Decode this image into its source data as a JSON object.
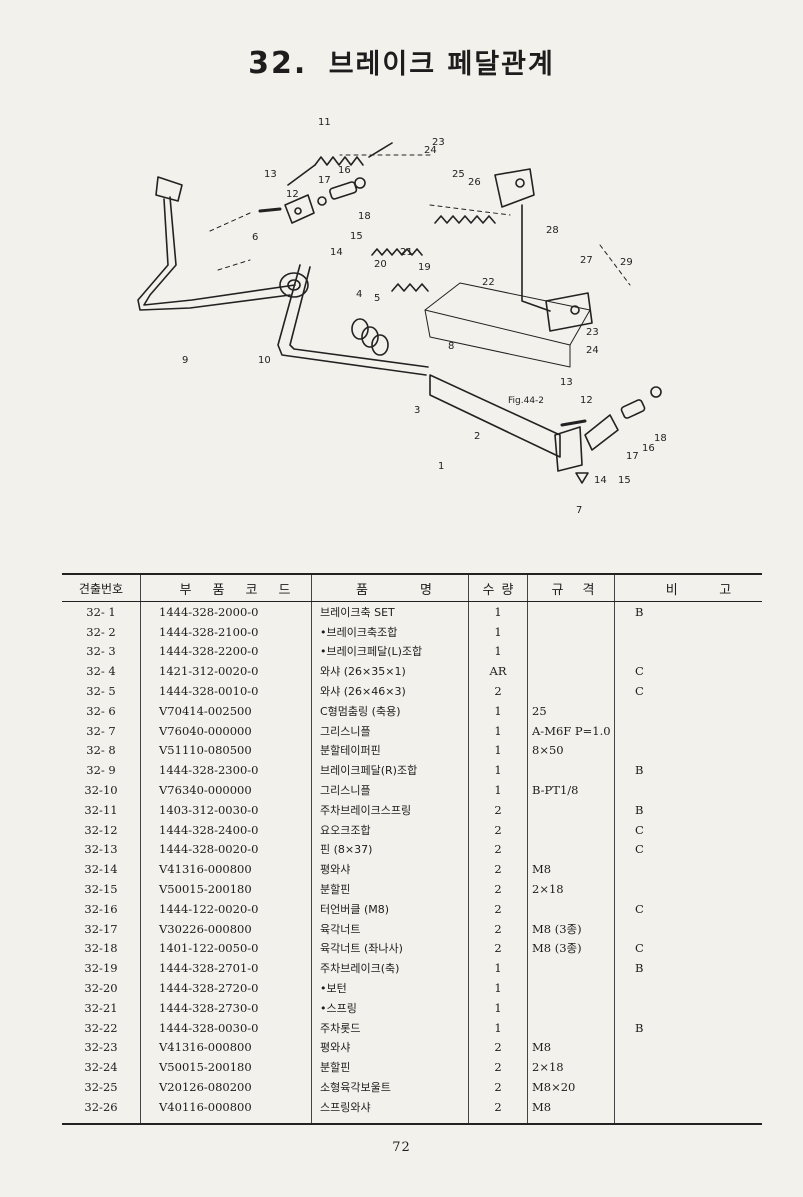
{
  "title": {
    "number": "32.",
    "text": "브레이크 페달관계"
  },
  "diagram": {
    "callouts": [
      "1",
      "2",
      "3",
      "4",
      "5",
      "6",
      "7",
      "8",
      "9",
      "10",
      "11",
      "12",
      "13",
      "14",
      "15",
      "16",
      "17",
      "18",
      "19",
      "20",
      "21",
      "22",
      "23",
      "24",
      "25",
      "26",
      "27",
      "28",
      "29"
    ],
    "figure_ref": "Fig.44-2"
  },
  "table": {
    "headers": {
      "no": "견출번호",
      "code": [
        "부",
        "품",
        "코",
        "드"
      ],
      "name": [
        "품",
        "명"
      ],
      "qty": [
        "수",
        "량"
      ],
      "spec": [
        "규",
        "격"
      ],
      "remarks": [
        "비",
        "고"
      ]
    },
    "rows": [
      {
        "no": "32- 1",
        "code": "1444-328-2000-0",
        "name": "브레이크축 SET",
        "qty": "1",
        "spec": "",
        "remark": "B"
      },
      {
        "no": "32- 2",
        "code": "1444-328-2100-0",
        "name": "•브레이크축조합",
        "qty": "1",
        "spec": "",
        "remark": ""
      },
      {
        "no": "32- 3",
        "code": "1444-328-2200-0",
        "name": "•브레이크페달(L)조합",
        "qty": "1",
        "spec": "",
        "remark": ""
      },
      {
        "no": "32- 4",
        "code": "1421-312-0020-0",
        "name": "와샤 (26×35×1)",
        "qty": "AR",
        "spec": "",
        "remark": "C"
      },
      {
        "no": "32- 5",
        "code": "1444-328-0010-0",
        "name": "와샤 (26×46×3)",
        "qty": "2",
        "spec": "",
        "remark": "C"
      },
      {
        "no": "32- 6",
        "code": "V70414-002500",
        "name": "C형멈춤링 (축용)",
        "qty": "1",
        "spec": "25",
        "remark": ""
      },
      {
        "no": "32- 7",
        "code": "V76040-000000",
        "name": "그리스니플",
        "qty": "1",
        "spec": "A-M6F P=1.0",
        "remark": ""
      },
      {
        "no": "32- 8",
        "code": "V51110-080500",
        "name": "분할테이퍼핀",
        "qty": "1",
        "spec": "8×50",
        "remark": ""
      },
      {
        "no": "32- 9",
        "code": "1444-328-2300-0",
        "name": "브레이크페달(R)조합",
        "qty": "1",
        "spec": "",
        "remark": "B"
      },
      {
        "no": "32-10",
        "code": "V76340-000000",
        "name": "그리스니플",
        "qty": "1",
        "spec": "B-PT1/8",
        "remark": ""
      },
      {
        "no": "32-11",
        "code": "1403-312-0030-0",
        "name": "주차브레이크스프링",
        "qty": "2",
        "spec": "",
        "remark": "B"
      },
      {
        "no": "32-12",
        "code": "1444-328-2400-0",
        "name": "요오크조합",
        "qty": "2",
        "spec": "",
        "remark": "C"
      },
      {
        "no": "32-13",
        "code": "1444-328-0020-0",
        "name": "핀 (8×37)",
        "qty": "2",
        "spec": "",
        "remark": "C"
      },
      {
        "no": "32-14",
        "code": "V41316-000800",
        "name": "평와샤",
        "qty": "2",
        "spec": "M8",
        "remark": ""
      },
      {
        "no": "32-15",
        "code": "V50015-200180",
        "name": "분할핀",
        "qty": "2",
        "spec": "2×18",
        "remark": ""
      },
      {
        "no": "32-16",
        "code": "1444-122-0020-0",
        "name": "터언버클 (M8)",
        "qty": "2",
        "spec": "",
        "remark": "C"
      },
      {
        "no": "32-17",
        "code": "V30226-000800",
        "name": "육각너트",
        "qty": "2",
        "spec": "M8 (3종)",
        "remark": ""
      },
      {
        "no": "32-18",
        "code": "1401-122-0050-0",
        "name": "육각너트 (좌나사)",
        "qty": "2",
        "spec": "M8 (3종)",
        "remark": "C"
      },
      {
        "no": "32-19",
        "code": "1444-328-2701-0",
        "name": "주차브레이크(축)",
        "qty": "1",
        "spec": "",
        "remark": "B"
      },
      {
        "no": "32-20",
        "code": "1444-328-2720-0",
        "name": "•보턴",
        "qty": "1",
        "spec": "",
        "remark": ""
      },
      {
        "no": "32-21",
        "code": "1444-328-2730-0",
        "name": "•스프링",
        "qty": "1",
        "spec": "",
        "remark": ""
      },
      {
        "no": "32-22",
        "code": "1444-328-0030-0",
        "name": "주차롯드",
        "qty": "1",
        "spec": "",
        "remark": "B"
      },
      {
        "no": "32-23",
        "code": "V41316-000800",
        "name": "평와샤",
        "qty": "2",
        "spec": "M8",
        "remark": ""
      },
      {
        "no": "32-24",
        "code": "V50015-200180",
        "name": "분할핀",
        "qty": "2",
        "spec": "2×18",
        "remark": ""
      },
      {
        "no": "32-25",
        "code": "V20126-080200",
        "name": "소형육각보울트",
        "qty": "2",
        "spec": "M8×20",
        "remark": ""
      },
      {
        "no": "32-26",
        "code": "V40116-000800",
        "name": "스프링와샤",
        "qty": "2",
        "spec": "M8",
        "remark": ""
      }
    ]
  },
  "page_number": "72"
}
